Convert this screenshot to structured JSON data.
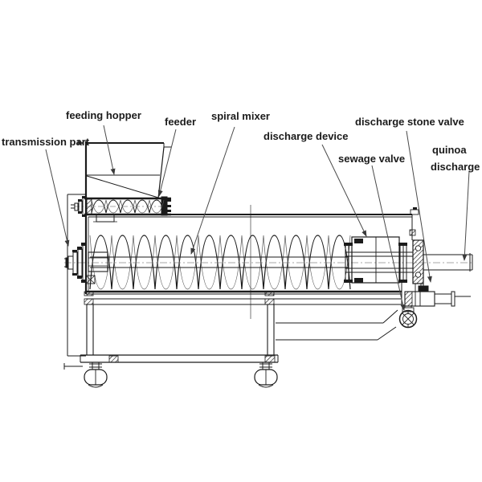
{
  "diagram": {
    "labels": {
      "transmission_part": "transmission part",
      "feeding_hopper": "feeding hopper",
      "feeder": "feeder",
      "spiral_mixer": "spiral mixer",
      "discharge_device": "discharge device",
      "discharge_stone_valve": "discharge stone valve",
      "sewage_valve": "sewage valve",
      "quinoa_discharge_line1": "quinoa",
      "quinoa_discharge_line2": "discharge"
    },
    "colors": {
      "background": "#ffffff",
      "line": "#1b1b1b",
      "leader": "#4a4a4a",
      "text": "#1b1b1b"
    }
  }
}
